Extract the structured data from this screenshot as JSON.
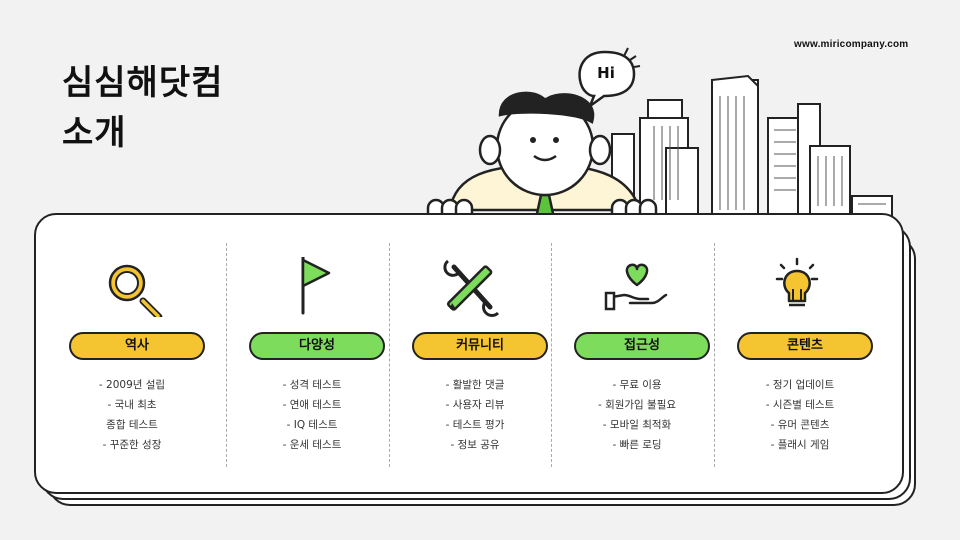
{
  "header": {
    "url": "www.miricompany.com"
  },
  "title": {
    "line1": "심심해닷컴",
    "line2": "소개"
  },
  "illustration": {
    "speech_bubble": "Hi"
  },
  "colors": {
    "yellow": "#f5c431",
    "green": "#7ddc5c",
    "outline": "#222222",
    "background": "#f2f2f2"
  },
  "sections": [
    {
      "icon": "magnifier-icon",
      "label": "역사",
      "color": "yellow",
      "items": [
        "- 2009년 설립",
        "- 국내 최초",
        "종합 테스트",
        "- 꾸준한 성장"
      ]
    },
    {
      "icon": "flag-icon",
      "label": "다양성",
      "color": "green",
      "items": [
        "- 성격 테스트",
        "- 연애 테스트",
        "- IQ 테스트",
        "- 운세 테스트"
      ]
    },
    {
      "icon": "tools-icon",
      "label": "커뮤니티",
      "color": "yellow",
      "items": [
        "- 활발한 댓글",
        "- 사용자 리뷰",
        "- 테스트 평가",
        "- 정보 공유"
      ]
    },
    {
      "icon": "heart-hand-icon",
      "label": "접근성",
      "color": "green",
      "items": [
        "- 무료 이용",
        "- 회원가입 불필요",
        "- 모바일 최적화",
        "- 빠른 로딩"
      ]
    },
    {
      "icon": "lightbulb-icon",
      "label": "콘텐츠",
      "color": "yellow",
      "items": [
        "- 정기 업데이트",
        "- 시즌별 테스트",
        "- 유머 콘텐츠",
        "- 플래시 게임"
      ]
    }
  ]
}
